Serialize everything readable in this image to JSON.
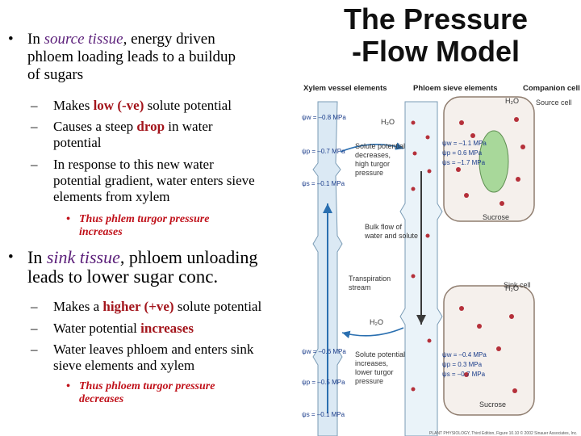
{
  "title": {
    "line1": "The Pressure",
    "line2": "-Flow Model"
  },
  "source": {
    "intro": "In ",
    "term": "source tissue",
    "rest1": ", energy driven",
    "line2": "phloem loading leads to a buildup",
    "line3": "of sugars",
    "points": [
      {
        "pre": "Makes ",
        "emph": "low (-ve)",
        "post": " solute potential",
        "cont": ""
      },
      {
        "pre": "Causes a steep ",
        "emph": "drop",
        "post": " in water",
        "cont": "potential"
      },
      {
        "pre": "In response to this new water",
        "emph": "",
        "post": "",
        "cont": "potential gradient, water enters sieve"
      }
    ],
    "point3_line3": "elements from xylem",
    "result_line1": "Thus phlem turgor pressure",
    "result_line2": "increases"
  },
  "sink": {
    "intro": "In ",
    "term": "sink tissue",
    "rest1": ", phloem unloading",
    "line2a": "leads to ",
    "line2b": "lower sugar conc.",
    "points": [
      {
        "pre": "Makes a ",
        "emph": "higher (+ve)",
        "post": " solute potential",
        "cont": ""
      },
      {
        "pre": "Water potential ",
        "emph": "increases",
        "post": "",
        "cont": ""
      },
      {
        "pre": "Water leaves phloem and enters sink",
        "emph": "",
        "post": "",
        "cont": "sieve elements and xylem"
      }
    ],
    "result_line1": "Thus phloem turgor pressure",
    "result_line2": "decreases"
  },
  "diagram": {
    "xylem_label": "Xylem vessel elements",
    "phloem_label": "Phloem sieve elements",
    "companion_label": "Companion cell",
    "source_cell_label": "Source cell",
    "sucrose_top": "Sucrose",
    "sucrose_bottom": "Sucrose",
    "sink_cell_label": "Sink cell",
    "h2o": "H₂O",
    "bulk_flow_1": "Bulk flow of",
    "bulk_flow_2": "water and solute",
    "transpiration_1": "Transpiration",
    "transpiration_2": "stream",
    "source_desc": [
      "Solute potential",
      "decreases,",
      "high turgor",
      "pressure"
    ],
    "sink_desc": [
      "Solute potential",
      "increases,",
      "lower turgor",
      "pressure"
    ],
    "xylem_top_vals": [
      "ψw = –0.8 MPa",
      "ψp = –0.7 MPa",
      "ψs = –0.1 MPa"
    ],
    "phloem_top_vals": [
      "ψw = –1.1 MPa",
      "ψp = 0.6 MPa",
      "ψs = –1.7 MPa"
    ],
    "xylem_bottom_vals": [
      "ψw = –0.6 MPa",
      "ψp = –0.5 MPa",
      "ψs = –0.1 MPa"
    ],
    "phloem_bottom_vals": [
      "ψw = –0.4 MPa",
      "ψp = 0.3 MPa",
      "ψs = –0.7 MPa"
    ],
    "credit": "PLANT PHYSIOLOGY, Third Edition, Figure 10.10 © 2002 Sinauer Associates, Inc."
  },
  "colors": {
    "purple_term": "#5b1f7a",
    "red_emphasis": "#a3141b",
    "xylem_fill": "#dbe9f4",
    "phloem_fill": "#eaf3f9",
    "companion_fill": "#a8d89a",
    "dot_color": "#b5303a"
  }
}
